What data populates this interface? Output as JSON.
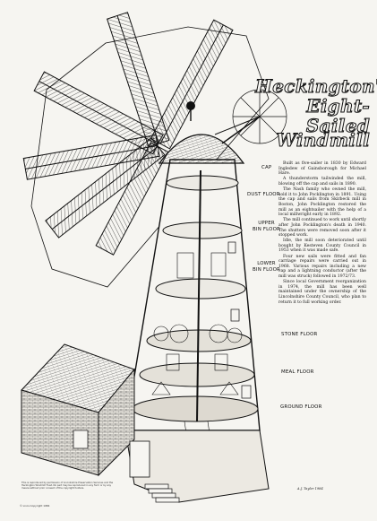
{
  "title_lines": [
    "Heckington's",
    "Eight-",
    "Sailed",
    "Windmill"
  ],
  "floor_labels": {
    "cap": "CAP",
    "dust_floor": "DUST FLOOR",
    "upper_bin_floor_1": "UPPER",
    "upper_bin_floor_2": "BIN FLOOR",
    "lower_bin_floor_1": "LOWER",
    "lower_bin_floor_2": "BIN FLOOR",
    "stone_floor": "STONE FLOOR",
    "meal_floor": "MEAL FLOOR",
    "ground_floor": "GROUND FLOOR"
  },
  "paragraphs": [
    "Built as five-sailer in 1830 by Edward Ingledew of Gainsborough for Michael Hare.",
    "A thunderstorm tailwinded the mill, blowing off the cap and sails in 1890.",
    "The Nash family who owned the mill, sold it to John Pocklington in 1891. Using the cap and sails from Skirbeck mill in Boston, John Pocklington restored the mill as an eightsailer with the help of a local millwright early in 1892.",
    "The mill continued to work until shortly after John Pocklington's death in 1940. The shutters were removed soon after it stopped work.",
    "Idle, the mill soon deteriorated until bought by Kesteven County Council in 1953 when it was made safe.",
    "Four new sails were fitted and fan carriage repairs were carried out in 1968. Various repairs including a new cap and a lightning conductor (after the mill was struck) followed in 1972/73.",
    "Since local Government reorganization in 1974, the mill has been well maintained under the ownership of the Lincolnshire County Council, who plan to return it to full working order."
  ],
  "fine_print": "This is reproduced by permission of Lincolnshire Preservation Services and the Heckington Windmill Trust. No part may be reproduced in any form or by any means without prior consent of the copyright holders.",
  "copyright": "© Lincs Copyright 1984",
  "signature": "A.J. Tayler 1984",
  "colors": {
    "ink": "#111111",
    "paper": "#f6f5f1"
  }
}
